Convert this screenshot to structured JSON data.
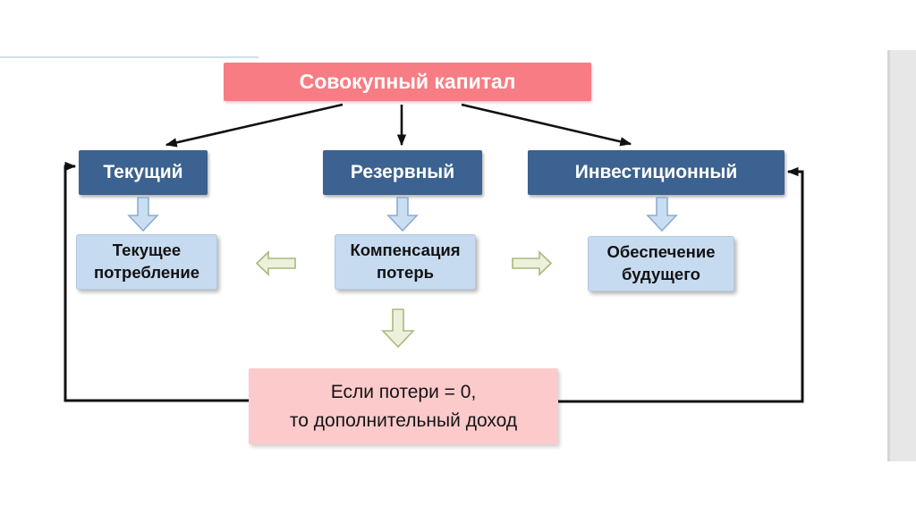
{
  "slide": {
    "title": {
      "label": "Совокупный капитал"
    },
    "capital_types": [
      {
        "label": "Текущий"
      },
      {
        "label": "Резервный"
      },
      {
        "label": "Инвестиционный"
      }
    ],
    "functions": [
      {
        "label": "Текущее потребление"
      },
      {
        "label": "Компенсация потерь"
      },
      {
        "label": "Обеспечение будущего"
      }
    ],
    "condition": {
      "label": "Если потери = 0,\nто дополнительный доход"
    },
    "colors": {
      "title_box_bg": "#f87c83",
      "title_text": "#ffffff",
      "capital_box_bg": "#3b6290",
      "capital_text": "#ffffff",
      "function_box_bg": "#c7dbf0",
      "function_text": "#121212",
      "condition_box_bg": "#fdcacc",
      "condition_text": "#141414",
      "blue_block_arrow_fill": "#cadef2",
      "blue_block_arrow_stroke": "#8dacd2",
      "green_block_arrow_fill": "#ecf1dc",
      "green_block_arrow_stroke": "#a9b97e",
      "connector_color": "#111111",
      "side_strip_bg": "#e7e7e7",
      "accent_line": "#bcd7e2"
    }
  }
}
